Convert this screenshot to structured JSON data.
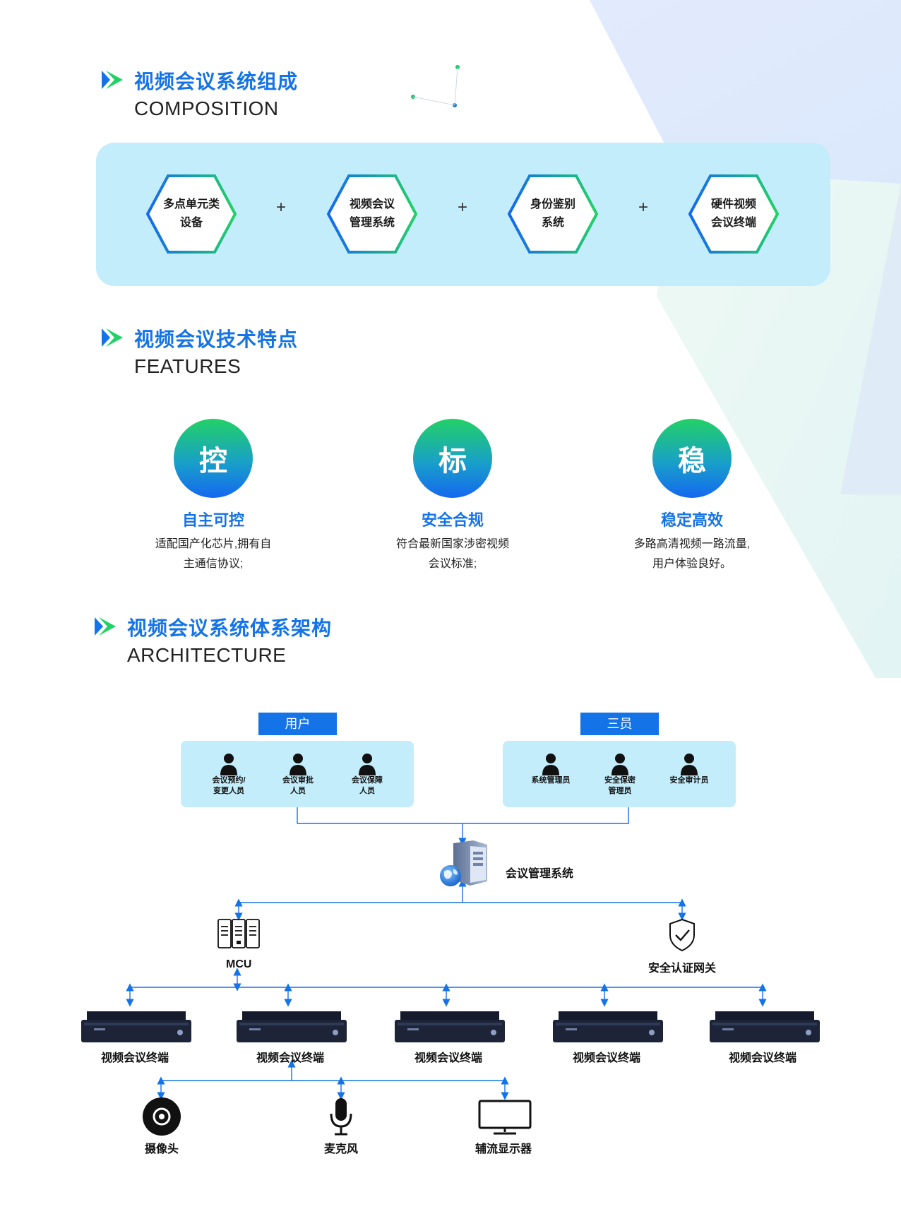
{
  "colors": {
    "accent": "#1473e6",
    "panel": "#c4edfb",
    "green": "#22d166"
  },
  "composition": {
    "title_cn": "视频会议系统组成",
    "title_en": "COMPOSITION",
    "items": [
      {
        "label": "多点单元类\n设备"
      },
      {
        "label": "视频会议\n管理系统"
      },
      {
        "label": "身份鉴别\n系统"
      },
      {
        "label": "硬件视频\n会议终端"
      }
    ],
    "plus": "+"
  },
  "features": {
    "title_cn": "视频会议技术特点",
    "title_en": "FEATURES",
    "items": [
      {
        "char": "控",
        "title": "自主可控",
        "desc": "适配国产化芯片,拥有自\n主通信协议;"
      },
      {
        "char": "标",
        "title": "安全合规",
        "desc": "符合最新国家涉密视频\n会议标准;"
      },
      {
        "char": "稳",
        "title": "稳定高效",
        "desc": "多路高清视频一路流量,\n用户体验良好。"
      }
    ]
  },
  "architecture": {
    "title_cn": "视频会议系统体系架构",
    "title_en": "ARCHITECTURE",
    "users": {
      "tag": "用户",
      "members": [
        "会议预约/\n变更人员",
        "会议审批\n人员",
        "会议保障\n人员"
      ]
    },
    "admins": {
      "tag": "三员",
      "members": [
        "系统管理员",
        "安全保密\n管理员",
        "安全审计员"
      ]
    },
    "server_label": "会议管理系统",
    "mcu_label": "MCU",
    "gateway_label": "安全认证网关",
    "terminal_label": "视频会议终端",
    "terminal_count": 5,
    "peripherals": [
      {
        "label": "摄像头",
        "icon": "camera-icon"
      },
      {
        "label": "麦克风",
        "icon": "microphone-icon"
      },
      {
        "label": "辅流显示器",
        "icon": "monitor-icon"
      }
    ]
  }
}
